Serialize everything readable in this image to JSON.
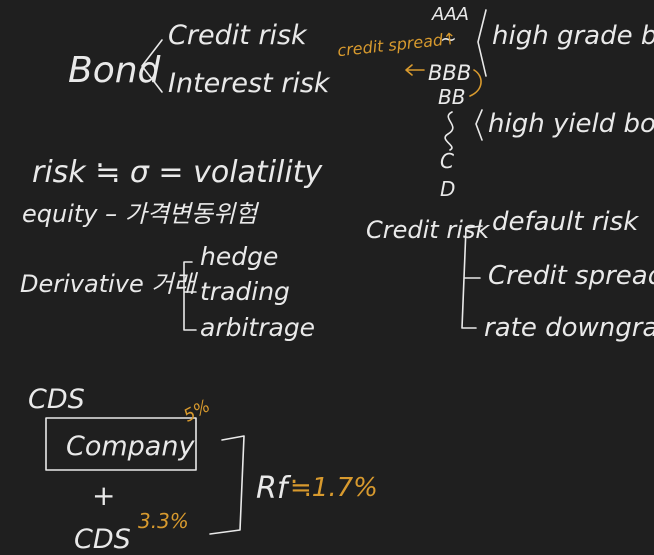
{
  "bond": {
    "title": "Bond",
    "items": [
      "Credit risk",
      "Interest risk"
    ]
  },
  "risk_line": "risk ≒ σ = volatility",
  "equity_line": "equity – 가격변동위험",
  "derivative": {
    "label": "Derivative 거래",
    "items": [
      "hedge",
      "trading",
      "arbitrage"
    ]
  },
  "cds": {
    "top_label": "CDS",
    "company_label": "Company",
    "company_rate": "5%",
    "plus": "+",
    "bottom_label": "CDS",
    "cds_rate": "3.3%",
    "rf": "Rf",
    "rf_rate": "≒1.7%"
  },
  "ratings": {
    "levels": [
      "AAA",
      "BBB",
      "BB",
      "C",
      "D"
    ],
    "high_grade": "high grade bond",
    "high_yield": "high yield bond",
    "spread_note": "credit spread↑"
  },
  "credit_risk": {
    "title": "Credit risk",
    "items": [
      "default risk",
      "Credit spread ↑",
      "rate downgrade"
    ]
  },
  "colors": {
    "background": "#1f1f1f",
    "ink": "#e9e9e9",
    "accent": "#d89a2e"
  }
}
